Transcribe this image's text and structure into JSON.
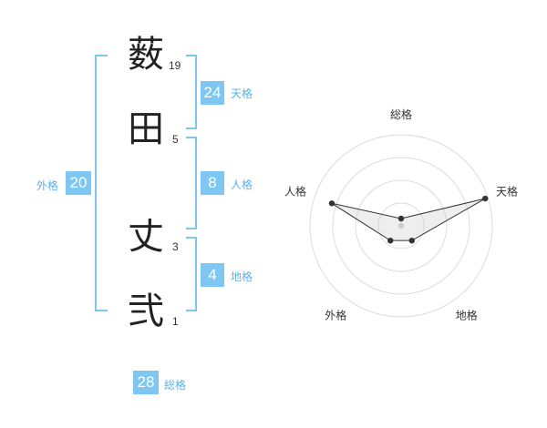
{
  "name": {
    "chars": [
      {
        "char": "薮",
        "strokes": "19"
      },
      {
        "char": "田",
        "strokes": "5"
      },
      {
        "char": "丈",
        "strokes": "3"
      },
      {
        "char": "弐",
        "strokes": "1"
      }
    ]
  },
  "grids": {
    "tenkaku": {
      "value": "24",
      "label": "天格"
    },
    "jinkaku": {
      "value": "8",
      "label": "人格"
    },
    "chikaku": {
      "value": "4",
      "label": "地格"
    },
    "gaikaku": {
      "value": "20",
      "label": "外格"
    },
    "soukaku": {
      "value": "28",
      "label": "総格"
    }
  },
  "colors": {
    "accent": "#7dc7f2",
    "accent_text": "#5ab2e8",
    "bracket": "#7dc4f0"
  },
  "chart_data": {
    "type": "radar",
    "axes": [
      "総格",
      "天格",
      "地格",
      "外格",
      "人格"
    ],
    "values": [
      0.08,
      0.97,
      0.2,
      0.2,
      0.8
    ],
    "rings": 4
  }
}
